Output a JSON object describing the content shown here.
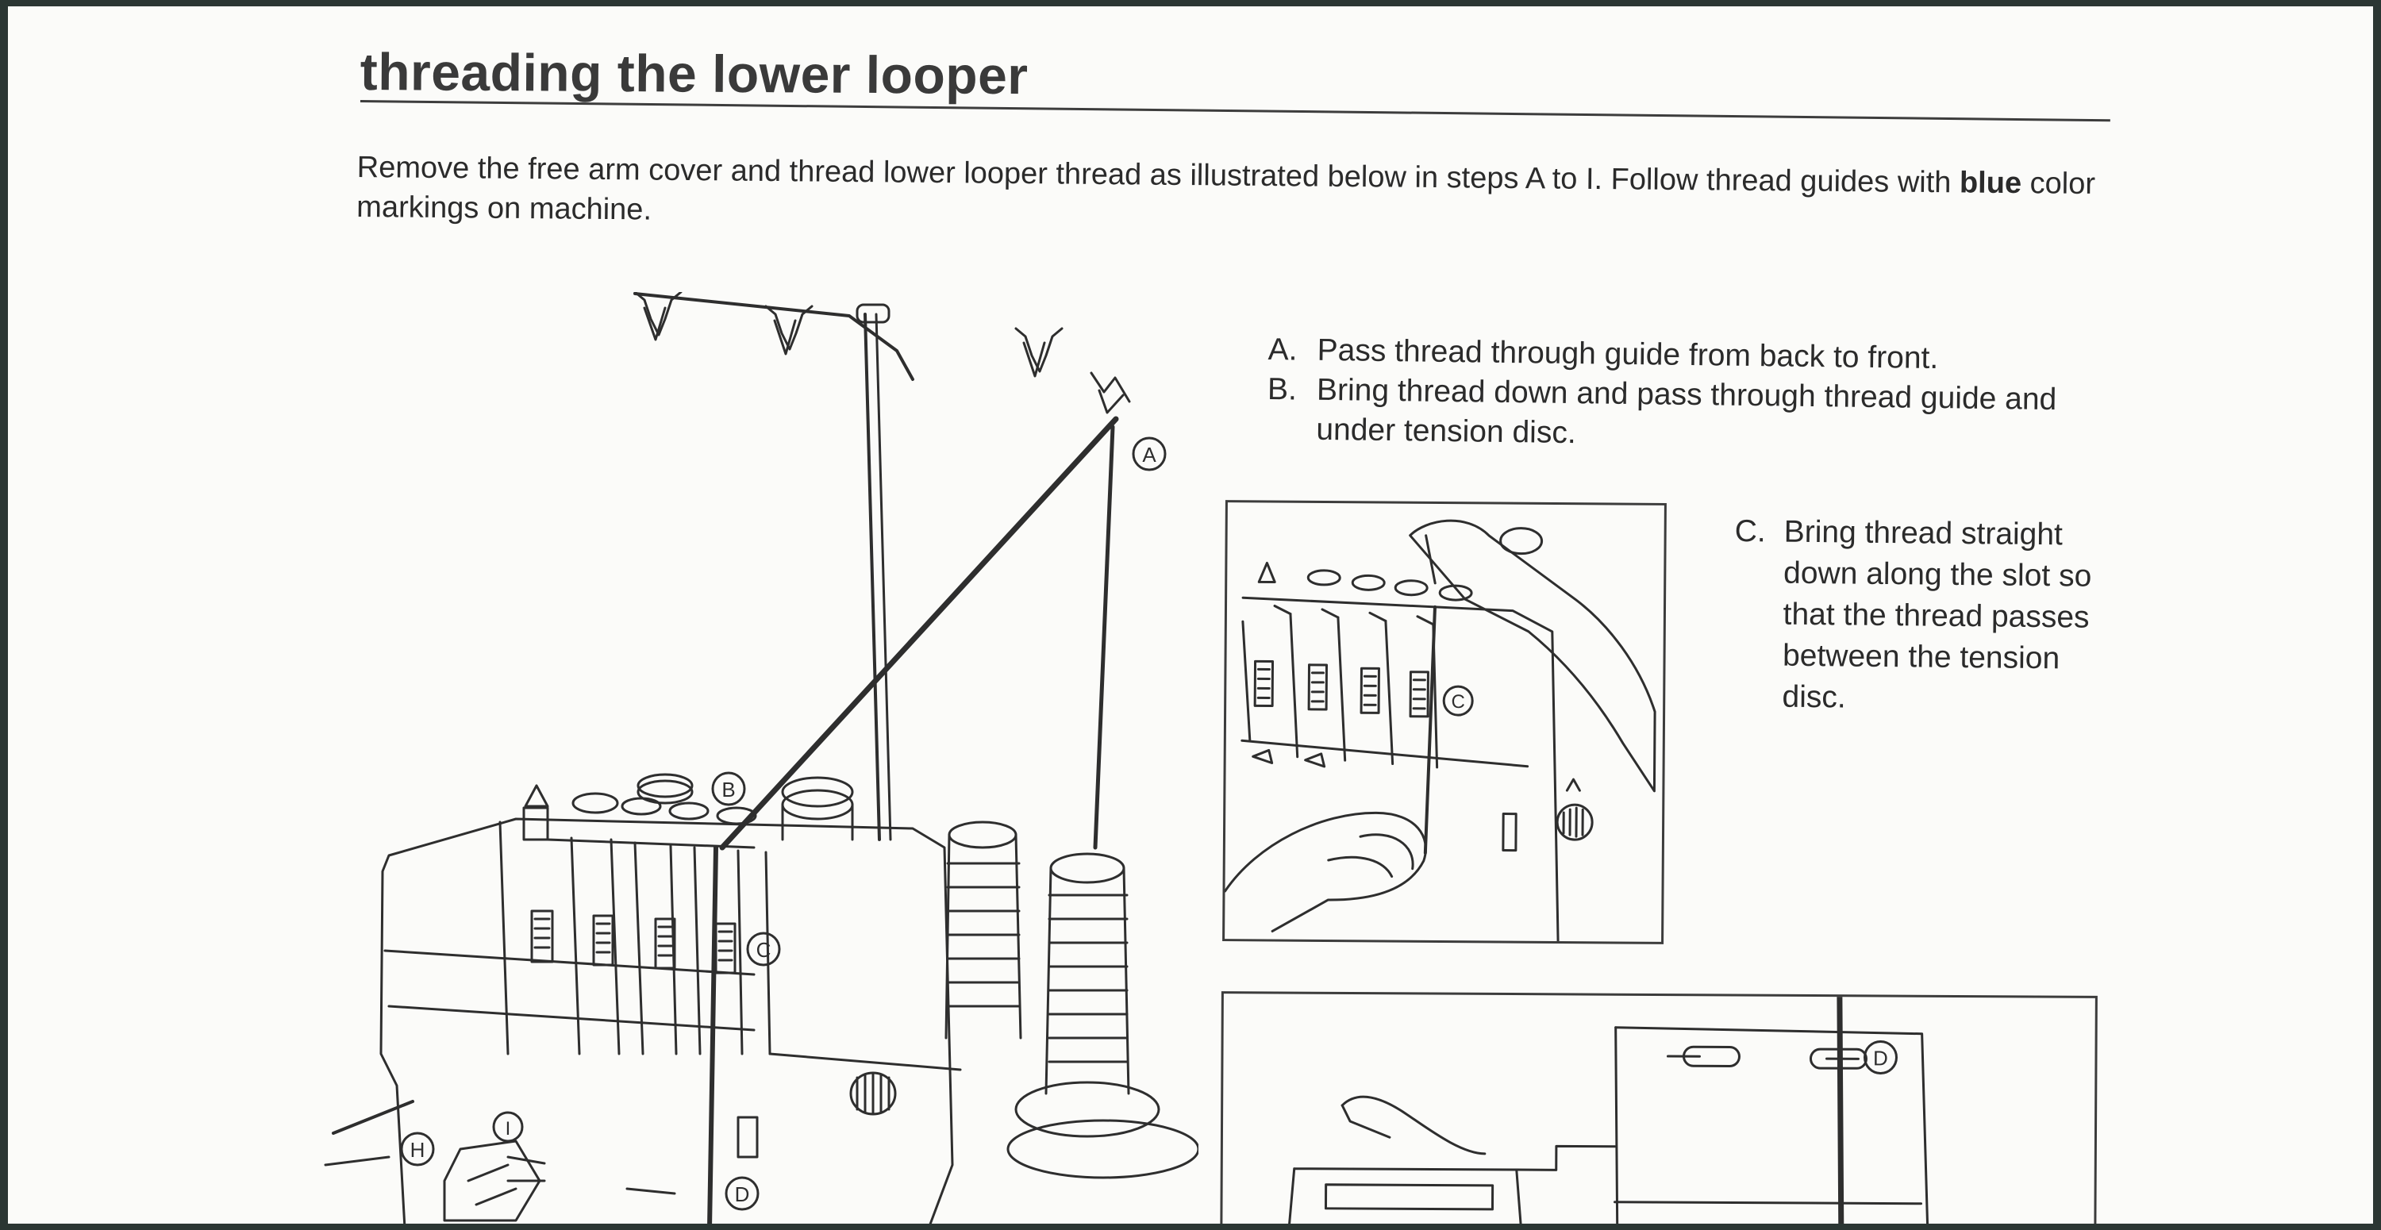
{
  "page": {
    "title": "threading the lower looper",
    "intro": {
      "before_bold": "Remove the free arm cover and thread lower looper thread as illustrated below in steps A to I. Follow thread guides with ",
      "bold": "blue",
      "after_bold": " color markings on machine."
    },
    "steps": [
      {
        "letter": "A.",
        "text": "Pass thread through guide from back to front."
      },
      {
        "letter": "B.",
        "text": "Bring thread down and pass through thread guide and under tension disc."
      },
      {
        "letter": "C.",
        "text": "Bring thread straight down along the slot so that  the thread passes between the tension disc."
      }
    ],
    "callouts": {
      "a": "A",
      "b": "B",
      "c": "C",
      "d": "D",
      "h": "H",
      "i": "I"
    }
  },
  "icons": [
    "thread-stand-icon",
    "serger-machine-illustration",
    "tension-dial-detail",
    "thread-guide-detail"
  ]
}
